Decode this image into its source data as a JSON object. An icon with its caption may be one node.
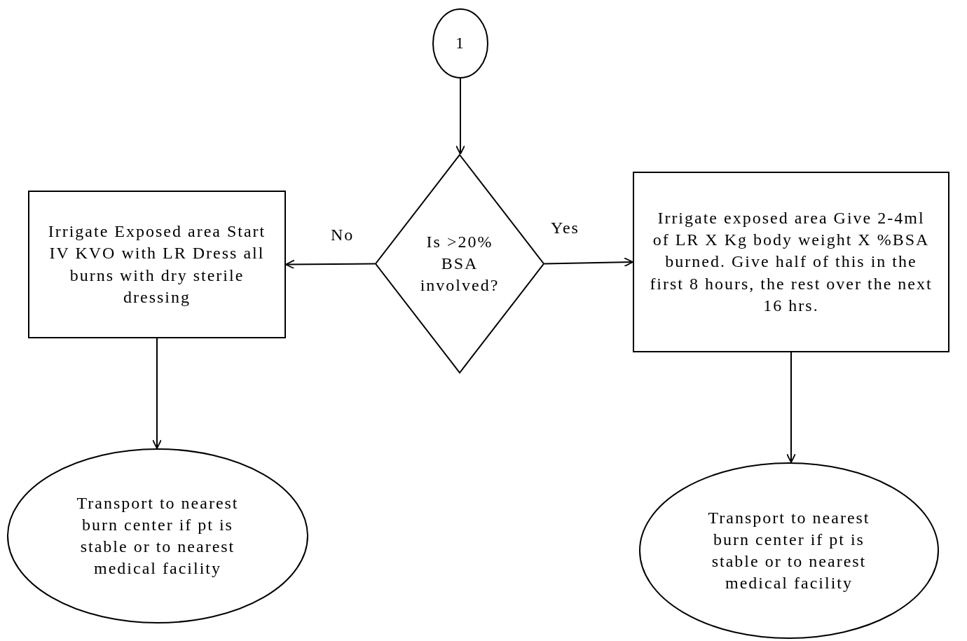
{
  "diagram": {
    "nodes": [
      {
        "text": [
          "1"
        ]
      },
      {
        "text": [
          "Is >20% BSA involved?"
        ]
      },
      {
        "text": [
          "Irrigate Exposed area Start IV KVO with LR Dress all burns with dry sterile dressing"
        ]
      },
      {
        "text": [
          "Irrigate exposed area Give 2-4ml of LR X Kg body weight X %BSA burned. Give half of this in the first 8 hours, the rest over the next 16 hrs."
        ]
      },
      {
        "text": [
          "Transport to nearest burn center if pt is stable or to nearest medical facility"
        ]
      },
      {
        "text": [
          "Transport to nearest burn center if pt is stable or to nearest medical facility"
        ]
      }
    ],
    "edges": [
      {
        "from": 0,
        "to": 1,
        "arrow": "to"
      },
      {
        "from": 1,
        "to": 2,
        "arrow": "to",
        "label": "No"
      },
      {
        "from": 1,
        "to": 3,
        "arrow": "to",
        "label": "Yes"
      },
      {
        "from": 2,
        "to": 4,
        "arrow": "to"
      },
      {
        "from": 3,
        "to": 5,
        "arrow": "to"
      }
    ]
  }
}
